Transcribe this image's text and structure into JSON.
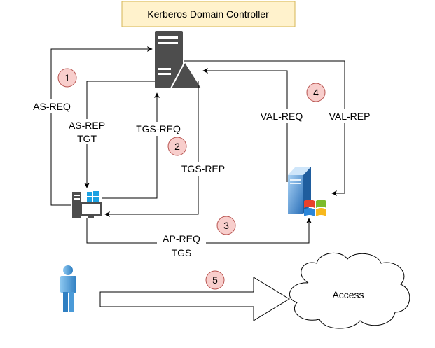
{
  "title": "Kerberos Domain Controller",
  "labels": {
    "as_req": "AS-REQ",
    "as_rep": "AS-REP",
    "tgt": "TGT",
    "tgs_req": "TGS-REQ",
    "tgs_rep": "TGS-REP",
    "val_req": "VAL-REQ",
    "val_rep": "VAL-REP",
    "ap_req": "AP-REQ",
    "tgs": "TGS",
    "access": "Access"
  },
  "steps": {
    "s1": "1",
    "s2": "2",
    "s3": "3",
    "s4": "4",
    "s5": "5"
  },
  "colors": {
    "title_fill": "#fff2cc",
    "title_border": "#d6b656",
    "step_fill": "#f8cecc",
    "step_border": "#b85450",
    "server_gray": "#4d4d4d",
    "user_blue": "#4a9ad8"
  }
}
